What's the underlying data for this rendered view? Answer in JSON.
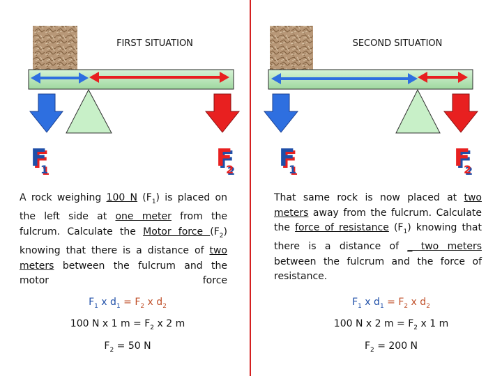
{
  "left": {
    "title": "FIRST SITUATION",
    "para": [
      {
        "t": "A rock weighing "
      },
      {
        "t": "100 N",
        "u": true
      },
      {
        "t": " (F"
      },
      {
        "sub": "1"
      },
      {
        "t": ") is placed on the left side at "
      },
      {
        "t": "one meter",
        "u": true
      },
      {
        "t": " from the fulcrum. Calculate the "
      },
      {
        "t": " Motor force ",
        "u": true
      },
      {
        "t": " (F"
      },
      {
        "sub": "2"
      },
      {
        "t": ") knowing that there is a distance of "
      },
      {
        "t": "two meters",
        "u": true
      },
      {
        "t": " between the fulcrum and the motor force"
      }
    ],
    "eq1": {
      "f1": "F",
      "s1": "1",
      "x1": " x d",
      "s2": "1",
      "eqs": " = ",
      "f2": "F",
      "s3": "2",
      "x2": " x d",
      "s4": "2"
    },
    "eq2": {
      "a": "100 N x 1 m = F",
      "s": "2",
      "b": " x 2 m"
    },
    "eq3": {
      "a": "F",
      "s": "2",
      "b": " = 50 N"
    }
  },
  "right": {
    "title": "SECOND SITUATION",
    "para": [
      {
        "t": "That same rock is now placed at "
      },
      {
        "t": "two meters",
        "u": true
      },
      {
        "t": " away from the fulcrum. Calculate the "
      },
      {
        "t": "force of resistance",
        "u": true
      },
      {
        "t": " (F"
      },
      {
        "sub": "1"
      },
      {
        "t": ") knowing that there is a distance of "
      },
      {
        "t": " _ two meters",
        "u": true
      },
      {
        "t": " between the fulcrum and the force of resistance."
      }
    ],
    "eq1": {
      "f1": "F",
      "s1": "1",
      "x1": " x d",
      "s2": "1",
      "eqs": " = ",
      "f2": "F",
      "s3": "2",
      "x2": " x d",
      "s4": "2"
    },
    "eq2": {
      "a": "100 N x 2 m = F",
      "s": "2",
      "b": " x 1 m"
    },
    "eq3": {
      "a": "F",
      "s": "2",
      "b": " = 200 N"
    }
  },
  "labels": {
    "f_letter": "F",
    "f1_sub": "1",
    "f2_sub": "2"
  },
  "colors": {
    "divider": "#d42020",
    "beam": "#a8e0a8",
    "fulcrum": "#c8f0c8",
    "blue_arrow": "#2e6fe0",
    "red_arrow": "#e82020",
    "rock": "#b89878"
  }
}
